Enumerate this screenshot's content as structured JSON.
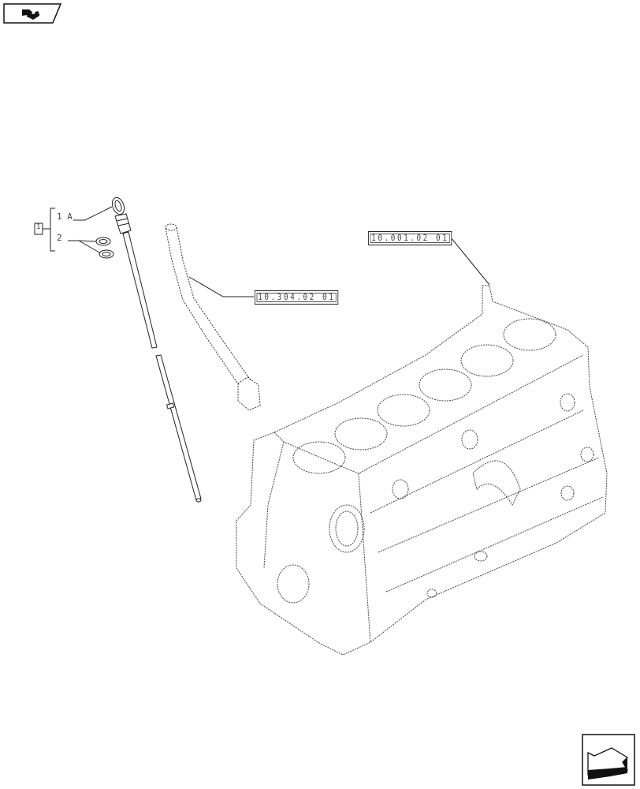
{
  "nav": {
    "prev_button_icon": "book-page-back-icon",
    "next_button_icon": "arrow-next-page-icon"
  },
  "callouts": {
    "item_group_label": "1",
    "items": [
      {
        "label": "1 A",
        "part": "dipstick"
      },
      {
        "label": "2",
        "part": "o-rings"
      }
    ]
  },
  "references": {
    "tube_ref": "10.304.02 01",
    "block_ref": "10.001.02 01"
  },
  "parts": {
    "dipstick": "oil-dipstick",
    "o_rings": "o-ring-seals",
    "tube": "dipstick-guide-tube",
    "engine_block": "engine-cylinder-block"
  }
}
